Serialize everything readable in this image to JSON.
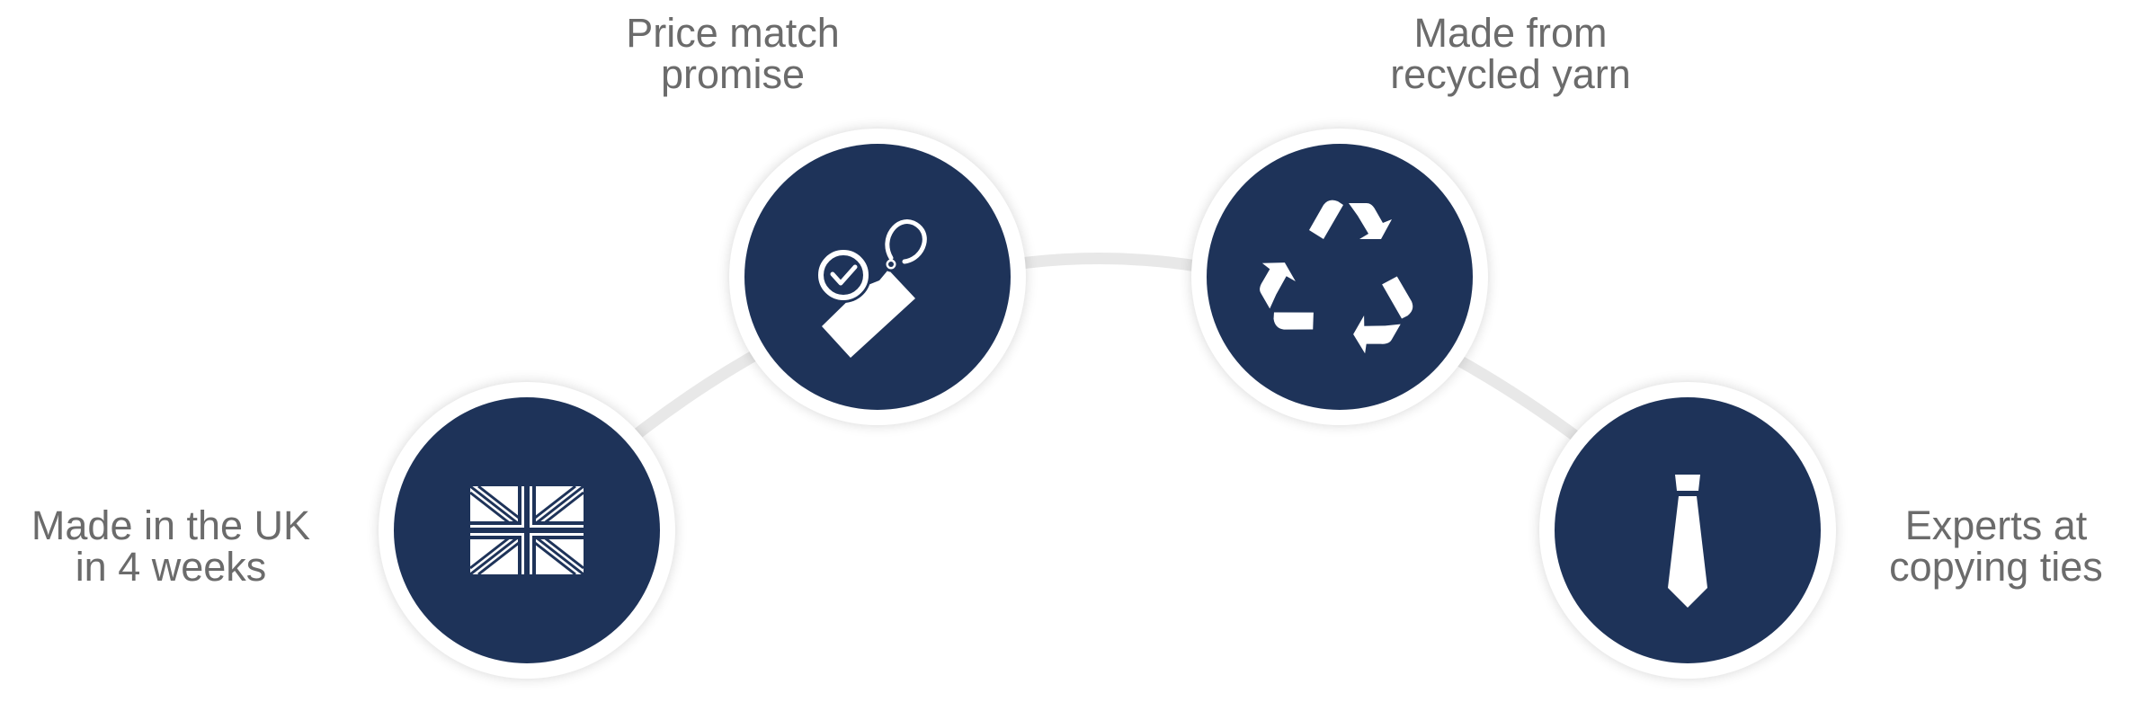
{
  "colors": {
    "brand": "#1e3359",
    "caption": "#6b6b6b",
    "arc": "#e8e8e8"
  },
  "features": [
    {
      "icon": "union-jack-flag-icon",
      "line1": "Made in the UK",
      "line2": "in 4 weeks"
    },
    {
      "icon": "price-tag-check-icon",
      "line1": "Price match",
      "line2": "promise"
    },
    {
      "icon": "recycle-icon",
      "line1": "Made from",
      "line2": "recycled yarn"
    },
    {
      "icon": "necktie-icon",
      "line1": "Experts at",
      "line2": "copying ties"
    }
  ]
}
